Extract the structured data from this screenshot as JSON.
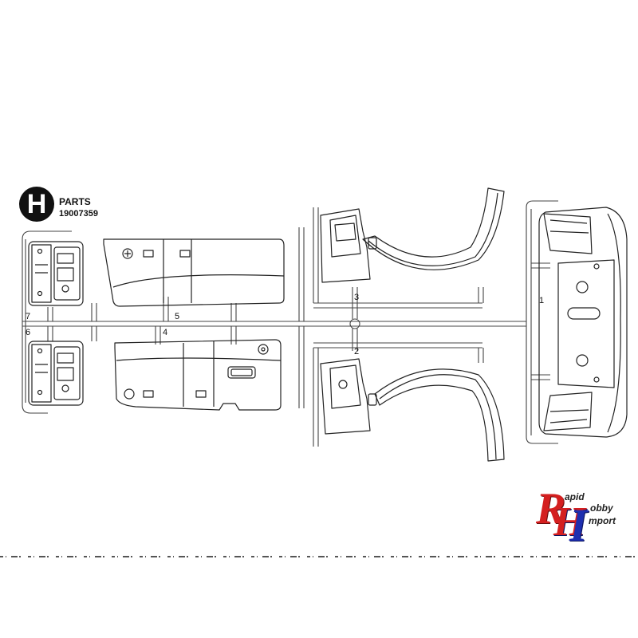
{
  "header": {
    "letter": "H",
    "title": "PARTS",
    "code": "19007359"
  },
  "part_numbers": {
    "p1": "1",
    "p2": "2",
    "p3": "3",
    "p4": "4",
    "p5": "5",
    "p6": "6",
    "p7": "7"
  },
  "logo": {
    "letter_r": "R",
    "letter_h": "H",
    "letter_i": "I",
    "word_rapid": "apid",
    "word_hobby": "obby",
    "word_import": "mport",
    "colors": {
      "red": "#d41f1f",
      "blue": "#1e2fb0"
    }
  }
}
